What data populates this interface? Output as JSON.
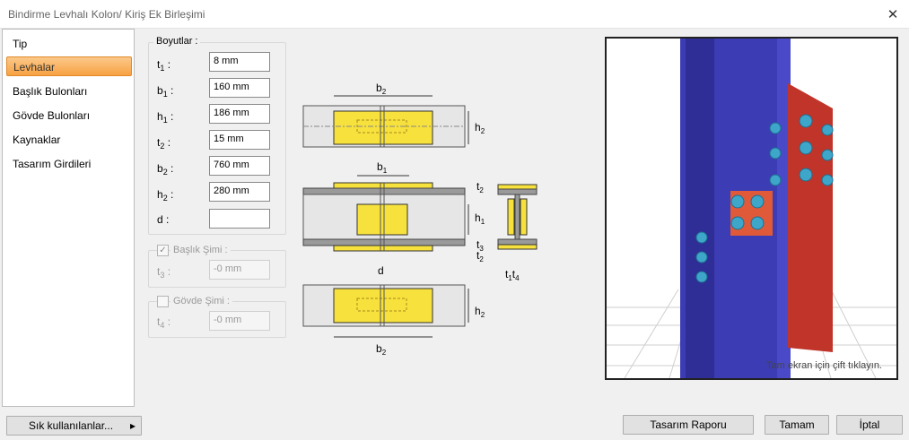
{
  "window": {
    "title": "Bindirme Levhalı Kolon/ Kiriş Ek Birleşimi"
  },
  "sidebar": {
    "items": [
      {
        "label": "Tip"
      },
      {
        "label": "Levhalar"
      },
      {
        "label": "Başlık Bulonları"
      },
      {
        "label": "Gövde Bulonları"
      },
      {
        "label": "Kaynaklar"
      },
      {
        "label": "Tasarım Girdileri"
      }
    ],
    "selected": "Levhalar"
  },
  "dimensions": {
    "legend": "Boyutlar :",
    "fields": [
      {
        "symbol": "t",
        "sub": "1",
        "value": "8 mm"
      },
      {
        "symbol": "b",
        "sub": "1",
        "value": "160 mm"
      },
      {
        "symbol": "h",
        "sub": "1",
        "value": "186 mm"
      },
      {
        "symbol": "t",
        "sub": "2",
        "value": "15 mm"
      },
      {
        "symbol": "b",
        "sub": "2",
        "value": "760 mm"
      },
      {
        "symbol": "h",
        "sub": "2",
        "value": "280 mm"
      },
      {
        "symbol": "d",
        "sub": "",
        "value": ""
      }
    ]
  },
  "flange_shim": {
    "label": "Başlık Şimi :",
    "checked": true,
    "symbol": "t",
    "sub": "3",
    "value": "-0 mm"
  },
  "web_shim": {
    "label": "Gövde Şimi :",
    "checked": false,
    "symbol": "t",
    "sub": "4",
    "value": "-0 mm"
  },
  "diagram_labels": {
    "b2_top": "b",
    "b2_top_sub": "2",
    "h2_top": "h",
    "h2_top_sub": "2",
    "b1": "b",
    "b1_sub": "1",
    "t2": "t",
    "t2_sub": "2",
    "h1": "h",
    "h1_sub": "1",
    "t3": "t",
    "t3_sub": "3",
    "t2b": "t",
    "t2b_sub": "2",
    "d": "d",
    "t1": "t",
    "t1_sub": "1",
    "t4": "t",
    "t4_sub": "4",
    "h2_bot": "h",
    "h2_bot_sub": "2",
    "b2_bot": "b",
    "b2_bot_sub": "2"
  },
  "view3d": {
    "hint": "Tam ekran için çift tıklayın."
  },
  "footer": {
    "favorites": "Sık kullanılanlar...",
    "favorites_arrow": "▸",
    "report": "Tasarım Raporu",
    "ok": "Tamam",
    "cancel": "İptal"
  },
  "colors": {
    "accent": "#f7a142",
    "plate": "#f7e13c",
    "column": "#3c3cb4",
    "end_plate": "#c0342a",
    "bolt": "#3ea6c9"
  }
}
